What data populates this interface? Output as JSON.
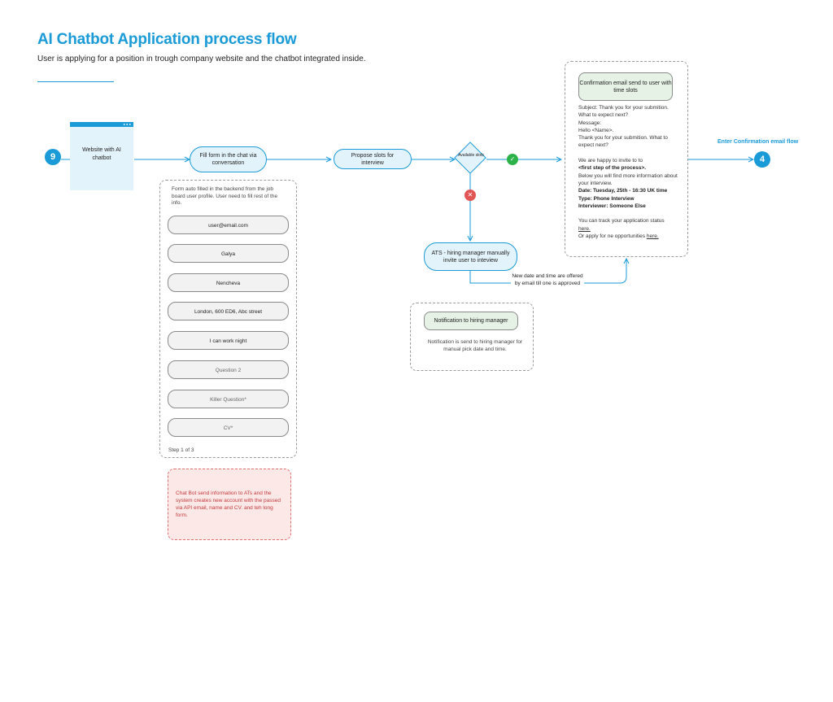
{
  "header": {
    "title": "AI Chatbot Application process flow",
    "subtitle": "User is applying for a position in trough company website and the chatbot integrated inside."
  },
  "start_node": {
    "number": "9"
  },
  "end_node": {
    "number": "4"
  },
  "website": {
    "label": "Website with AI chatbot"
  },
  "fill_form": {
    "label": "Fill form in the chat via conversation"
  },
  "form_panel": {
    "note": "Form auto filled in the backend from the job board user profile. User need to fill rest of the info.",
    "fields": [
      {
        "value": "user@email.com"
      },
      {
        "value": "Galya"
      },
      {
        "value": "Nencheva"
      },
      {
        "value": "London, 600 ED6, Abc street"
      },
      {
        "value": "I can work night"
      },
      {
        "value": "Question 2"
      },
      {
        "value": "Killer Question*"
      },
      {
        "value": "CV*"
      }
    ],
    "step": "Step 1 of 3"
  },
  "ats_note": {
    "text": "Chat Bot send information to ATs and the system creates new account with the passed via API email, name and CV. and teh long form."
  },
  "propose_slots": {
    "label": "Propose slots for interview"
  },
  "decision": {
    "label": "Available slots"
  },
  "status_icons": {
    "ok": "check-icon",
    "no": "cross-icon",
    "ok_color": "#2bb34a",
    "no_color": "#e25555"
  },
  "ats_manual": {
    "label": "ATS - hiring manager manually invite user to inteview"
  },
  "new_date": {
    "text": "New date and time are offered by email till one is approved"
  },
  "notification": {
    "label": "Notification to hiring manager",
    "note": "Notification is send to hiring manager for manual pick date and time."
  },
  "confirmation": {
    "label": "Confirmation email send to user with time slots",
    "subject": "Subject: Thank you for your submition.",
    "what_next": "What to expect next?",
    "message_label": "Message:",
    "greeting": "Hello <Name>.",
    "thanks": "Thank you for your submition. What to expect next?",
    "invite": "We are happy to invite to to",
    "first_step": "<first step of the process>.",
    "below": "Below you will find more information about your interview.",
    "date": "Date: Tuesday, 25th - 16:30 UK time",
    "type": "Type: Phone Interview",
    "interviewer": "Interviewer: Someone Else",
    "track_prefix": "You can track your application status",
    "track_link": "here.",
    "apply_prefix": "Or apply for ne opportunities",
    "apply_link": "here."
  },
  "enter_flow": {
    "label": "Enter Confirmation email flow"
  },
  "colors": {
    "accent": "#1a9bd7",
    "node_fill": "#e3f3fb",
    "note_red": "#c23b3b"
  }
}
